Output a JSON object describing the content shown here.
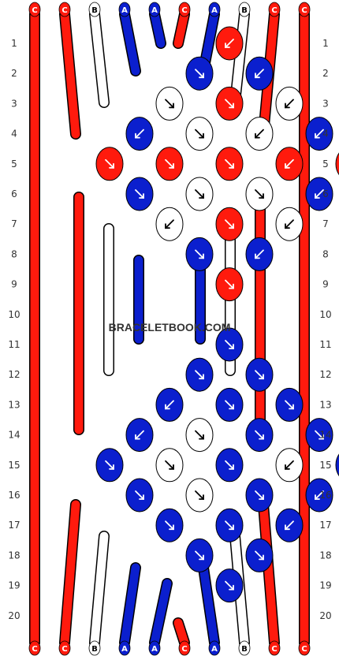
{
  "pattern": {
    "strings": [
      "C",
      "C",
      "B",
      "A",
      "A",
      "C",
      "A",
      "B",
      "C",
      "C"
    ],
    "colors": {
      "A": "#0b1fce",
      "B": "#ffffff",
      "C": "#ff1a0d"
    },
    "row_labels": [
      "1",
      "2",
      "3",
      "4",
      "5",
      "6",
      "7",
      "8",
      "9",
      "10",
      "11",
      "12",
      "13",
      "14",
      "15",
      "16",
      "17",
      "18",
      "19",
      "20"
    ],
    "watermark": "BRACELETBOOK.COM",
    "knots": [
      [
        [
          2,
          "C",
          "bl"
        ]
      ],
      [
        [
          1,
          "A",
          "br"
        ],
        [
          3,
          "A",
          "bl"
        ]
      ],
      [
        [
          0,
          "B",
          "br"
        ],
        [
          2,
          "C",
          "br"
        ],
        [
          4,
          "B",
          "bl"
        ]
      ],
      [
        [
          -1,
          "A",
          "bl"
        ],
        [
          1,
          "B",
          "br"
        ],
        [
          3,
          "B",
          "bl"
        ],
        [
          5,
          "A",
          "bl"
        ]
      ],
      [
        [
          -2,
          "C",
          "br"
        ],
        [
          0,
          "C",
          "br"
        ],
        [
          2,
          "C",
          "br"
        ],
        [
          4,
          "C",
          "bl"
        ],
        [
          6,
          "C",
          "bl"
        ]
      ],
      [
        [
          -1,
          "A",
          "br"
        ],
        [
          1,
          "B",
          "br"
        ],
        [
          3,
          "B",
          "br"
        ],
        [
          5,
          "A",
          "bl"
        ]
      ],
      [
        [
          0,
          "B",
          "bl"
        ],
        [
          2,
          "C",
          "br"
        ],
        [
          4,
          "B",
          "bl"
        ]
      ],
      [
        [
          1,
          "A",
          "br"
        ],
        [
          3,
          "A",
          "bl"
        ]
      ],
      [
        [
          2,
          "C",
          "br"
        ]
      ],
      [],
      [
        [
          2,
          "A",
          "br"
        ]
      ],
      [
        [
          1,
          "A",
          "br"
        ],
        [
          3,
          "A",
          "br"
        ]
      ],
      [
        [
          0,
          "A",
          "bl"
        ],
        [
          2,
          "A",
          "br"
        ],
        [
          4,
          "A",
          "br"
        ]
      ],
      [
        [
          -1,
          "A",
          "bl"
        ],
        [
          1,
          "B",
          "br"
        ],
        [
          3,
          "A",
          "br"
        ],
        [
          5,
          "A",
          "br"
        ]
      ],
      [
        [
          -2,
          "A",
          "br"
        ],
        [
          0,
          "B",
          "br"
        ],
        [
          2,
          "A",
          "br"
        ],
        [
          4,
          "B",
          "bl"
        ],
        [
          6,
          "A",
          "bl"
        ]
      ],
      [
        [
          -1,
          "A",
          "br"
        ],
        [
          1,
          "B",
          "br"
        ],
        [
          3,
          "A",
          "br"
        ],
        [
          5,
          "A",
          "bl"
        ]
      ],
      [
        [
          0,
          "A",
          "br"
        ],
        [
          2,
          "A",
          "br"
        ],
        [
          4,
          "A",
          "bl"
        ]
      ],
      [
        [
          1,
          "A",
          "br"
        ],
        [
          3,
          "A",
          "br"
        ]
      ],
      [
        [
          2,
          "A",
          "br"
        ]
      ],
      []
    ]
  }
}
